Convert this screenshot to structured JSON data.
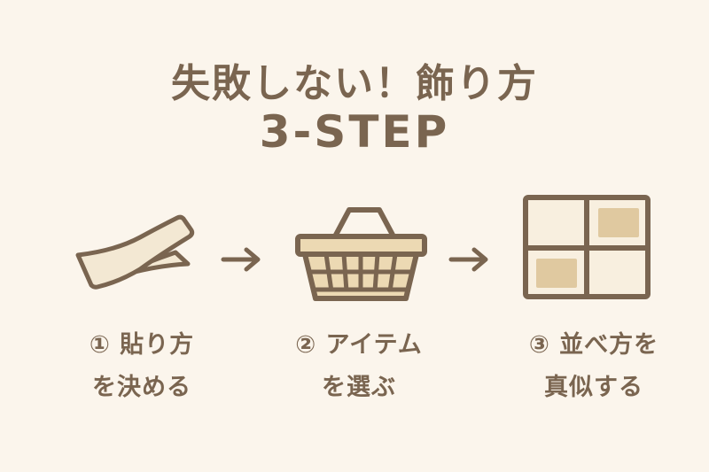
{
  "header": {
    "title_line1": "失敗しない！飾り方",
    "title_line2": "3-STEP"
  },
  "steps": [
    {
      "number": "①",
      "icon": "tape-strip-icon",
      "line1": "① 貼り方",
      "line2": "を決める"
    },
    {
      "number": "②",
      "icon": "shopping-basket-icon",
      "line1": "② アイテム",
      "line2": "を選ぶ"
    },
    {
      "number": "③",
      "icon": "grid-layout-icon",
      "line1": "③ 並べ方を",
      "line2": "真似する"
    }
  ],
  "colors": {
    "background": "#fbf5ec",
    "text": "#7a6550",
    "outline": "#7a6550",
    "fill_light": "#f3e8d3",
    "fill_accent": "#e0c9a0"
  }
}
